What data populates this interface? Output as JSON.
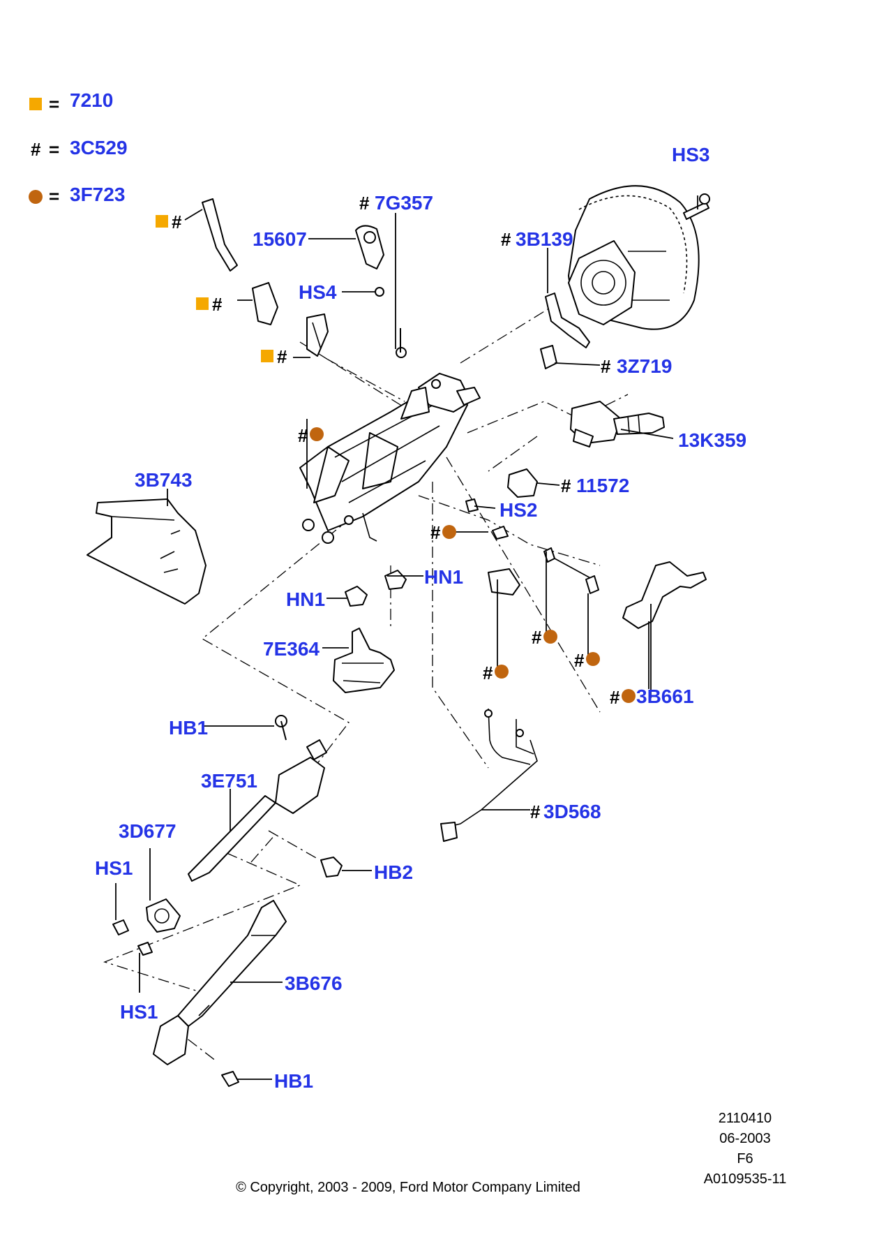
{
  "legend": {
    "square": {
      "symbol": "■",
      "eq": "=",
      "code": "7210",
      "color": "#f5a800"
    },
    "hash": {
      "symbol": "#",
      "eq": "=",
      "code": "3C529"
    },
    "circle": {
      "symbol": "●",
      "eq": "=",
      "code": "3F723",
      "color": "#c0650f"
    }
  },
  "callouts": {
    "hs3": "HS3",
    "g357": "7G357",
    "p15607": "15607",
    "hs4": "HS4",
    "b139": "3B139",
    "z719": "3Z719",
    "k359": "13K359",
    "p11572": "11572",
    "hs2": "HS2",
    "b743": "3B743",
    "hn1_left": "HN1",
    "hn1_right": "HN1",
    "e364": "7E364",
    "b661": "3B661",
    "hb1_top": "HB1",
    "e751": "3E751",
    "d677": "3D677",
    "hs1_top": "HS1",
    "hb2": "HB2",
    "d568": "3D568",
    "b676": "3B676",
    "hs1_bottom": "HS1",
    "hb1_bottom": "HB1"
  },
  "hash_symbol": "#",
  "footer": {
    "ref1": "2110410",
    "ref2": "06-2003",
    "ref3": "F6",
    "ref4": "A0109535-11",
    "copyright": "© Copyright, 2003 - 2009, Ford Motor Company Limited"
  },
  "colors": {
    "label": "#2433e6",
    "square": "#f5a800",
    "circle": "#c0650f"
  }
}
